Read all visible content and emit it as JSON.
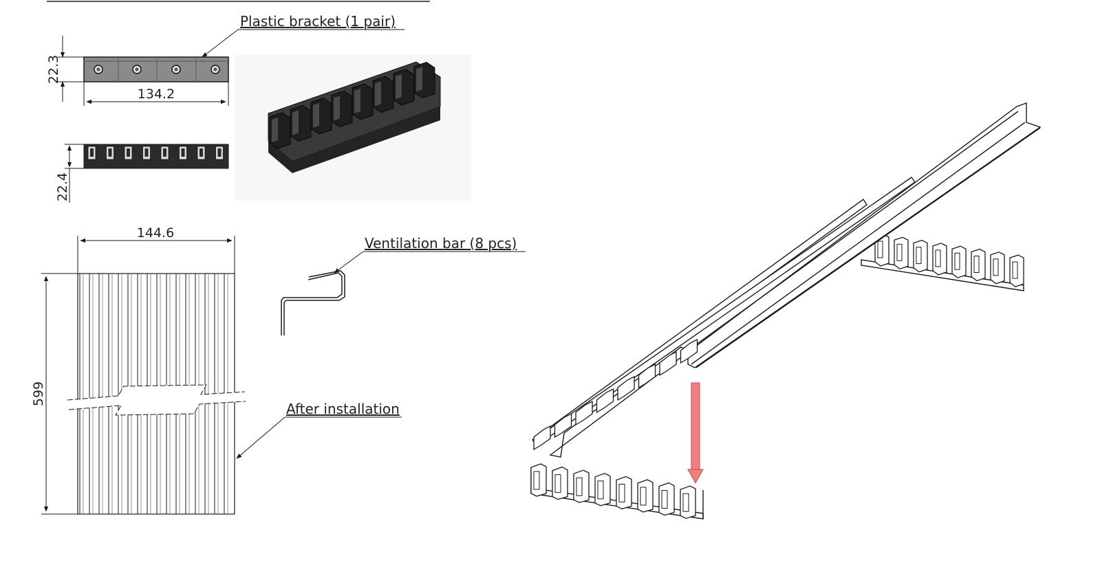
{
  "labels": {
    "plastic_bracket": "Plastic bracket (1 pair)",
    "ventilation_bar": "Ventilation bar (8 pcs)",
    "after_installation": "After installation"
  },
  "dimensions": {
    "bracket_height_top": "22.3",
    "bracket_width": "134.2",
    "bracket_height_side": "22.4",
    "assembly_width": "144.6",
    "assembly_length": "599"
  },
  "colors": {
    "line": "#1a1a1a",
    "part_dark": "#2b2b2b",
    "part_gray": "#8a8a8a",
    "arrow": "#f08080"
  }
}
